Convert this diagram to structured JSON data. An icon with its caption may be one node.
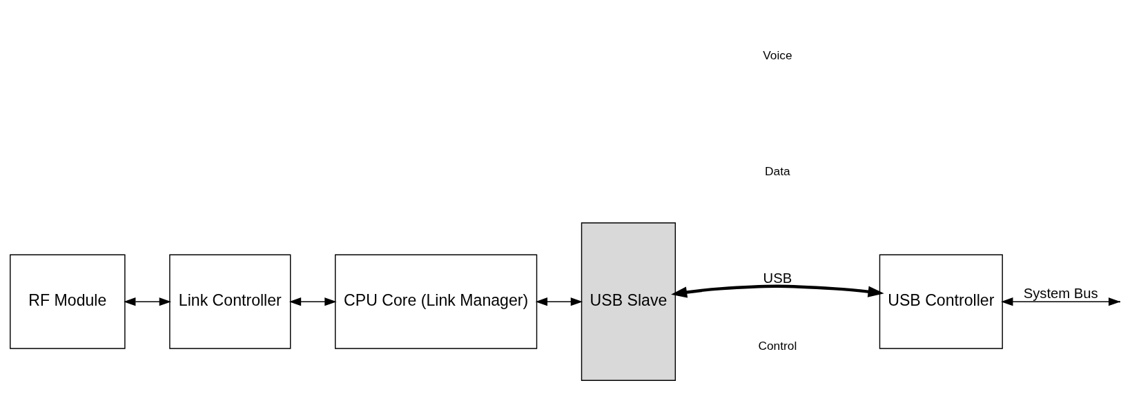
{
  "diagram": {
    "nodes": [
      {
        "text": [
          "RF Module"
        ]
      },
      {
        "text": [
          "Link Controller"
        ]
      },
      {
        "text": [
          "CPU Core (Link Manager)"
        ]
      },
      {
        "text": [
          "USB Slave"
        ]
      },
      {
        "text": [
          "USB Controller"
        ]
      }
    ],
    "edges": [
      {
        "from": 0,
        "to": 1,
        "arrow": "both"
      },
      {
        "from": 1,
        "to": 2,
        "arrow": "both"
      },
      {
        "from": 2,
        "to": 3,
        "arrow": "both"
      },
      {
        "from": 3,
        "to": 4,
        "arrow": "both",
        "label": "USB",
        "style": "thick"
      },
      {
        "from": 4,
        "to": null,
        "arrow": "both",
        "label": "System Bus"
      }
    ],
    "labels": [
      "Control",
      "Data",
      "Voice"
    ]
  }
}
